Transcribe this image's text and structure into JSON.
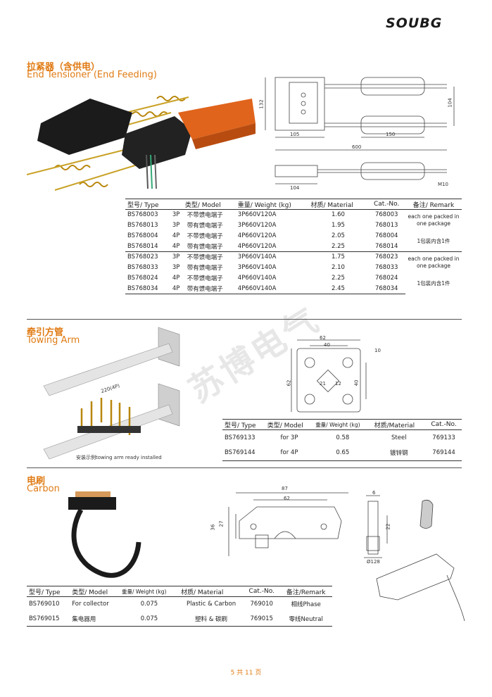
{
  "brand": "SOUBG",
  "section1": {
    "title_cn": "拉紧器（含供电）",
    "title_en": "End Tensioner (End Feeding)",
    "dims": {
      "h1": "132",
      "h2": "104",
      "w1": "105",
      "w2": "150",
      "w3": "600",
      "w4": "104",
      "thread": "M10"
    },
    "headers": [
      "型号/ Type",
      "类型/ Model",
      "重量/ Weight (kg)",
      "材质/ Material",
      "Cat.-No.",
      "备注/ Remark"
    ],
    "rows": [
      {
        "type": "BS768003",
        "poles": "3P",
        "model": "不带馈电端子",
        "material": "3P660V120A",
        "weight": "1.60",
        "cat": "768003"
      },
      {
        "type": "BS768013",
        "poles": "3P",
        "model": "带有馈电端子",
        "material": "3P660V120A",
        "weight": "1.95",
        "cat": "768013"
      },
      {
        "type": "BS768004",
        "poles": "4P",
        "model": "不带馈电端子",
        "material": "4P660V120A",
        "weight": "2.05",
        "cat": "768004"
      },
      {
        "type": "BS768014",
        "poles": "4P",
        "model": "带有馈电端子",
        "material": "4P660V120A",
        "weight": "2.25",
        "cat": "768014"
      },
      {
        "type": "BS768023",
        "poles": "3P",
        "model": "不带馈电端子",
        "material": "3P660V140A",
        "weight": "1.75",
        "cat": "768023"
      },
      {
        "type": "BS768033",
        "poles": "3P",
        "model": "带有馈电端子",
        "material": "3P660V140A",
        "weight": "2.10",
        "cat": "768033"
      },
      {
        "type": "BS768024",
        "poles": "4P",
        "model": "不带馈电端子",
        "material": "4P660V140A",
        "weight": "2.25",
        "cat": "768024"
      },
      {
        "type": "BS768034",
        "poles": "4P",
        "model": "带有馈电端子",
        "material": "4P660V140A",
        "weight": "2.45",
        "cat": "768034"
      }
    ],
    "remarks": [
      "each one packed in one package",
      "1包装内含1件",
      "each one packed in one package",
      "1包装内含1件"
    ]
  },
  "section2": {
    "title_cn": "牵引方管",
    "title_en": "Towing Arm",
    "arm_length": "220(4P)",
    "caption": "安装示例towing arm ready installed",
    "dims": {
      "w1": "62",
      "w2": "40",
      "h1": "62",
      "h2": "40",
      "hole": "10",
      "d1": "21",
      "d2": "12"
    },
    "headers": [
      "型号/ Type",
      "类型/ Model",
      "重量/ Weight (kg)",
      "材质/Material",
      "Cat.-No."
    ],
    "rows": [
      {
        "type": "BS769133",
        "model": "for 3P",
        "weight": "0.58",
        "material": "Steel",
        "cat": "769133"
      },
      {
        "type": "BS769144",
        "model": "for 4P",
        "weight": "0.65",
        "material": "镀锌钢",
        "cat": "769144"
      }
    ]
  },
  "section3": {
    "title_cn": "电刷",
    "title_en": "Carbon",
    "dims": {
      "w1": "87",
      "w2": "62",
      "h1": "36",
      "h2": "27",
      "t": "6",
      "l": "22",
      "d": "Ø128"
    },
    "headers": [
      "型号/ Type",
      "类型/ Model",
      "重量/ Weight (kg)",
      "材质/ Material",
      "Cat.-No.",
      "备注/Remark"
    ],
    "rows": [
      {
        "type": "BS769010",
        "model": "For collector",
        "weight": "0.075",
        "material": "Plastic & Carbon",
        "cat": "769010",
        "remark": "相线Phase"
      },
      {
        "type": "BS769015",
        "model": "集电器用",
        "weight": "0.075",
        "material": "塑料 & 碳刷",
        "cat": "769015",
        "remark": "零线Neutral"
      }
    ]
  },
  "watermark": "苏博电气",
  "page_no": "5 共 11 页"
}
